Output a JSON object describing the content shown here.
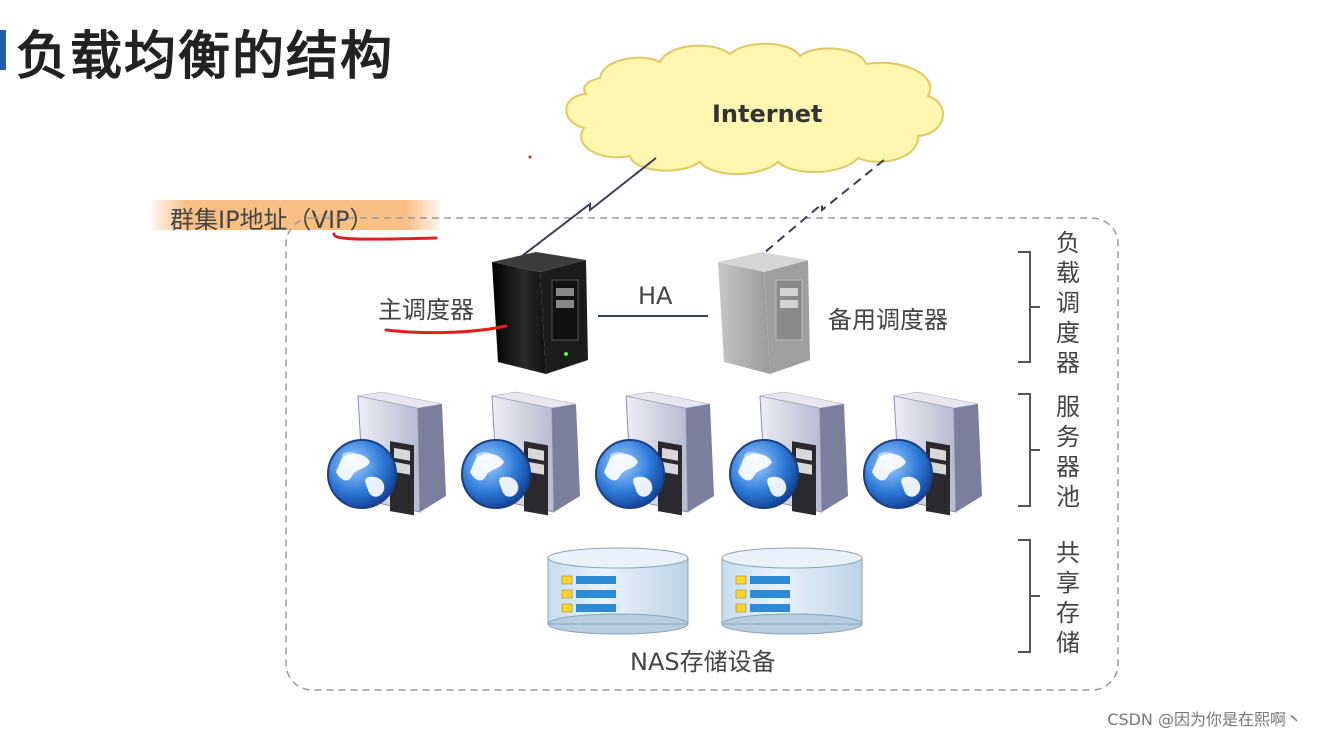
{
  "title": "负载均衡的结构",
  "cloud": {
    "label": "Internet"
  },
  "vip_label": "群集IP地址（VIP）",
  "primary_scheduler": "主调度器",
  "ha_label": "HA",
  "backup_scheduler": "备用调度器",
  "storage_label": "NAS存储设备",
  "groups": {
    "scheduler": "负载调度器",
    "server_pool": "服务器池",
    "shared_storage": "共享存储"
  },
  "watermark": "CSDN @因为你是在熙啊丶",
  "colors": {
    "title_accent": "#1f5fa8",
    "cloud_fill": "#fff6b0",
    "cloud_stroke": "#e2c860",
    "annotation_red": "#e02020",
    "vip_highlight": "#f8b46e"
  }
}
